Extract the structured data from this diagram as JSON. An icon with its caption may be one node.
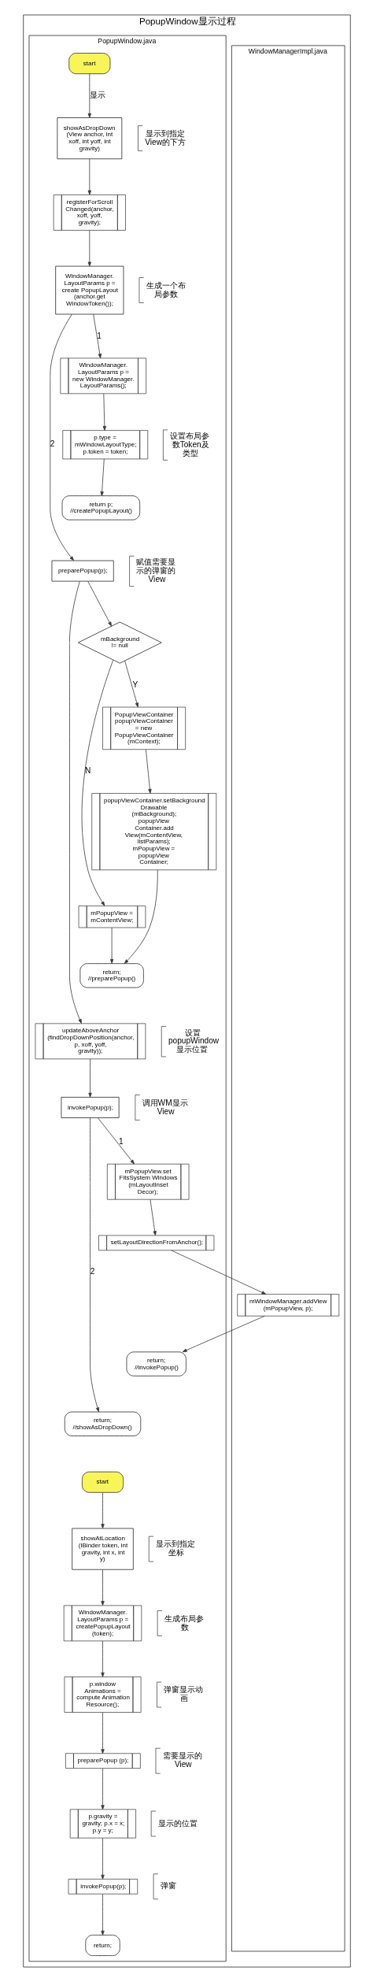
{
  "diagram": {
    "nodes": [
      {
        "text": [
          "PopupWindow显示过程"
        ]
      },
      {
        "text": [
          "PopupWindow.java"
        ],
        "in": 0
      },
      {
        "text": [
          "WindowManagerImpl.java"
        ],
        "in": 0
      },
      {
        "text": [
          "start"
        ],
        "in": 1
      },
      {
        "text": [
          "showAsDropDown (View anchor, int xoff, int yoff, int gravity)"
        ],
        "in": 1,
        "beside": [
          "显示到指定View的下方"
        ]
      },
      {
        "text": [
          "registerForScroll Changed(anchor, xoff, yoff, gravity);"
        ],
        "in": 1
      },
      {
        "text": [
          "WindowManager. LayoutParams p = create PopupLayout (anchor.get WindowToken());"
        ],
        "in": 1,
        "beside": [
          "生成一个布局参数"
        ]
      },
      {
        "text": [
          "WindowManager. LayoutParams p = new WindowManager. LayoutParams();"
        ],
        "in": 1
      },
      {
        "text": [
          "p.type = mWindowLayoutType; p.token = token;"
        ],
        "in": 1,
        "beside": [
          "设置布局参数Token及类型"
        ]
      },
      {
        "text": [
          "return p; //createPopupLayout()"
        ],
        "in": 1
      },
      {
        "text": [
          "preparePopup(p);"
        ],
        "in": 1,
        "beside": [
          "赋值需要显示的弹窗的View"
        ]
      },
      {
        "text": [
          "mBackground != null"
        ],
        "in": 1
      },
      {
        "text": [
          "PopupViewContainer popupViewContainer = new PopupViewContainer (mContext);"
        ],
        "in": 1
      },
      {
        "text": [
          "popupViewContainer.setBackground Drawable (mBackground); popupView Container.add View(mContentView, listParams); mPopupView = popupView Container;"
        ],
        "in": 1
      },
      {
        "text": [
          "mPopupView = mContentView;"
        ],
        "in": 1
      },
      {
        "text": [
          "return; //preparePopup()"
        ],
        "in": 1
      },
      {
        "text": [
          "updateAboveAnchor (findDropDownPosition(anchor, p, xoff, yoff, gravity));"
        ],
        "in": 1,
        "beside": [
          "设置popupWindow显示位置"
        ]
      },
      {
        "text": [
          "invokePopup(p);"
        ],
        "in": 1,
        "beside": [
          "调用WM显示View"
        ]
      },
      {
        "text": [
          "mPopupView.set FitsSystem Windows (mLayoutInset Decor);"
        ],
        "in": 1
      },
      {
        "text": [
          "setLayoutDirectionFromAnchor();"
        ],
        "in": 1
      },
      {
        "text": [
          "mWindowManager.addView (mPopupView, p);"
        ],
        "in": 2
      },
      {
        "text": [
          "return; //invokePopup()"
        ],
        "in": 1
      },
      {
        "text": [
          "return; //showAsDropDown()"
        ],
        "in": 1
      },
      {
        "text": [
          "start"
        ],
        "in": 1
      },
      {
        "text": [
          "showAtLocation (IBinder token, int gravity, int x, int y)"
        ],
        "in": 1,
        "beside": [
          "显示到指定坐标"
        ]
      },
      {
        "text": [
          "WindowManager. LayoutParams p = createPopupLayout (token);"
        ],
        "in": 1,
        "beside": [
          "生成布局参数"
        ]
      },
      {
        "text": [
          "p.window Animations = compute Animation Resource();"
        ],
        "in": 1,
        "beside": [
          "弹窗显示动画"
        ]
      },
      {
        "text": [
          "preparePopup (p);"
        ],
        "in": 1,
        "beside": [
          "需要显示的View"
        ]
      },
      {
        "text": [
          "p.gravity = gravity; p.x = x; p.y = y;"
        ],
        "in": 1,
        "beside": [
          "显示的位置"
        ]
      },
      {
        "text": [
          "invokePopup(p);"
        ],
        "in": 1,
        "beside": [
          "弹窗"
        ]
      },
      {
        "text": [
          "return;"
        ],
        "in": 1
      }
    ],
    "edges": [
      {
        "from": 3,
        "to": 4,
        "arrow": "to",
        "label": "显示"
      },
      {
        "from": 4,
        "to": 5,
        "arrow": "to"
      },
      {
        "from": 5,
        "to": 6,
        "arrow": "to"
      },
      {
        "from": 6,
        "to": 7,
        "arrow": "to",
        "label": "1"
      },
      {
        "from": 7,
        "to": 8,
        "arrow": "to"
      },
      {
        "from": 8,
        "to": 9,
        "arrow": "to"
      },
      {
        "from": 6,
        "to": 10,
        "arrow": "to",
        "label": "2"
      },
      {
        "from": 10,
        "to": 11,
        "arrow": "to"
      },
      {
        "from": 11,
        "to": 12,
        "arrow": "to",
        "label": "Y"
      },
      {
        "from": 12,
        "to": 13,
        "arrow": "to"
      },
      {
        "from": 11,
        "to": 14,
        "arrow": "to",
        "label": "N"
      },
      {
        "from": 13,
        "to": 15,
        "arrow": "to"
      },
      {
        "from": 14,
        "to": 15,
        "arrow": "to"
      },
      {
        "from": 10,
        "to": 16,
        "arrow": "to"
      },
      {
        "from": 16,
        "to": 17,
        "arrow": "to"
      },
      {
        "from": 17,
        "to": 18,
        "arrow": "to",
        "label": "1"
      },
      {
        "from": 18,
        "to": 19,
        "arrow": "to"
      },
      {
        "from": 19,
        "to": 20,
        "arrow": "to"
      },
      {
        "from": 20,
        "to": 21,
        "arrow": "to"
      },
      {
        "from": 17,
        "to": 22,
        "arrow": "to",
        "label": "2"
      },
      {
        "from": 23,
        "to": 24,
        "arrow": "to"
      },
      {
        "from": 24,
        "to": 25,
        "arrow": "to"
      },
      {
        "from": 25,
        "to": 26,
        "arrow": "to"
      },
      {
        "from": 26,
        "to": 27,
        "arrow": "to"
      },
      {
        "from": 27,
        "to": 28,
        "arrow": "to"
      },
      {
        "from": 28,
        "to": 29,
        "arrow": "to"
      },
      {
        "from": 29,
        "to": 30,
        "arrow": "to"
      }
    ]
  }
}
